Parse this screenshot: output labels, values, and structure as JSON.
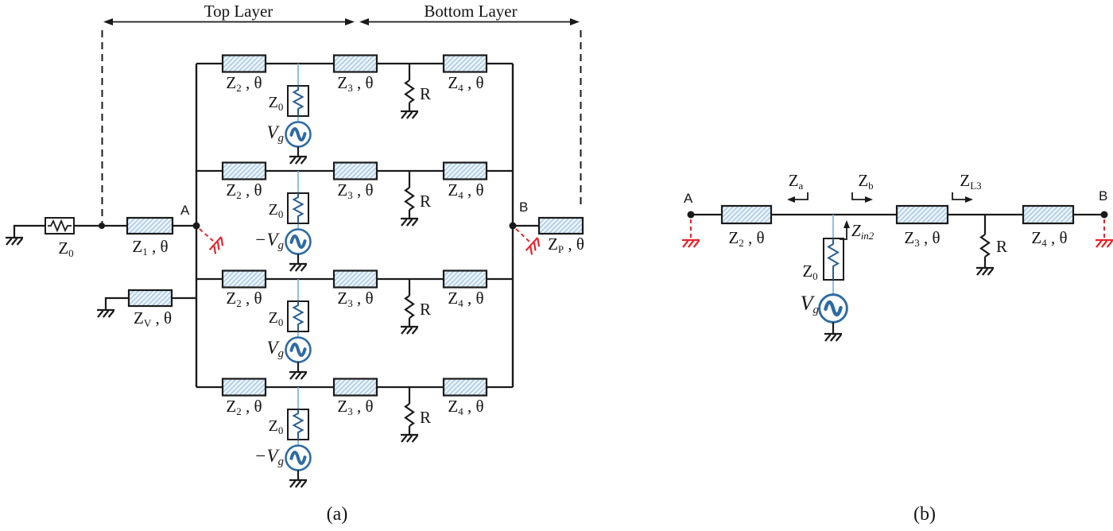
{
  "colors": {
    "wire": "#1a1a1a",
    "tline_fill": "#eef4fb",
    "tline_hatch": "#a9cbe8",
    "source_blue": "#2e6ba3",
    "feed_wire_blue": "#7fb3da",
    "virtual_ground_red": "#e8232b"
  },
  "figure_a": {
    "caption": "(a)",
    "top_layer_label": "Top Layer",
    "bottom_layer_label": "Bottom Layer",
    "node_a": "A",
    "node_b": "B",
    "labels": {
      "z0": {
        "base": "Z",
        "sub": "0"
      },
      "z1": {
        "base": "Z",
        "sub": "1",
        "suffix": " , θ"
      },
      "z2": {
        "base": "Z",
        "sub": "2",
        "suffix": " , θ"
      },
      "z3": {
        "base": "Z",
        "sub": "3",
        "suffix": " , θ"
      },
      "z4": {
        "base": "Z",
        "sub": "4",
        "suffix": " , θ"
      },
      "zv": {
        "base": "Z",
        "sub": "V",
        "suffix": " , θ"
      },
      "zp": {
        "base": "Z",
        "sub": "P",
        "suffix": " , θ"
      },
      "r": "R"
    },
    "branches": [
      {
        "source_base": "V",
        "source_sub": "g"
      },
      {
        "source_base": "−V",
        "source_sub": "g"
      },
      {
        "source_base": "V",
        "source_sub": "g"
      },
      {
        "source_base": "−V",
        "source_sub": "g"
      }
    ]
  },
  "figure_b": {
    "caption": "(b)",
    "node_a": "A",
    "node_b": "B",
    "labels": {
      "z2": {
        "base": "Z",
        "sub": "2",
        "suffix": " , θ"
      },
      "z3": {
        "base": "Z",
        "sub": "3",
        "suffix": " , θ"
      },
      "z4": {
        "base": "Z",
        "sub": "4",
        "suffix": " , θ"
      },
      "z0": {
        "base": "Z",
        "sub": "0"
      },
      "vg": {
        "base": "V",
        "sub": "g"
      },
      "za": {
        "base": "Z",
        "sub": "a"
      },
      "zb": {
        "base": "Z",
        "sub": "b"
      },
      "zl3": {
        "base": "Z",
        "sub": "L3"
      },
      "zin2": {
        "base": "Z",
        "sub": "in2"
      },
      "r": "R"
    }
  }
}
